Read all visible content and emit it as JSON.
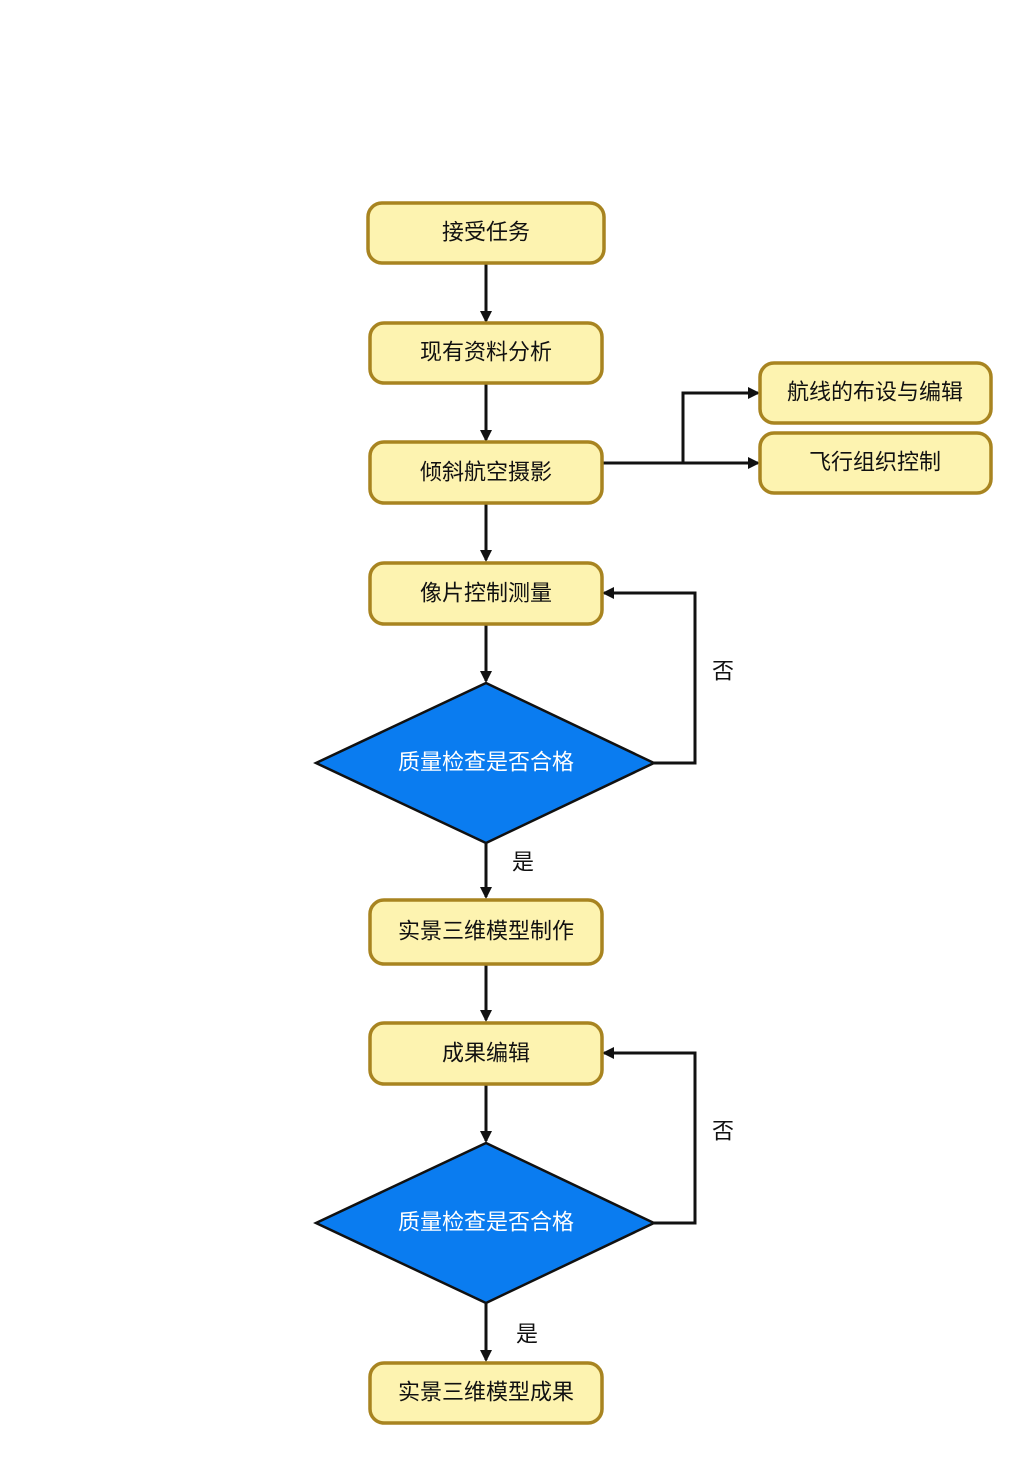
{
  "nodes": {
    "receive_task": "接受任务",
    "data_analysis": "现有资料分析",
    "oblique_photography": "倾斜航空摄影",
    "route_design": "航线的布设与编辑",
    "flight_control": "飞行组织控制",
    "photo_control": "像片控制测量",
    "quality_check_1": "质量检查是否合格",
    "model_production": "实景三维模型制作",
    "result_editing": "成果编辑",
    "quality_check_2": "质量检查是否合格",
    "model_result": "实景三维模型成果"
  },
  "edge_labels": {
    "yes_1": "是",
    "no_1": "否",
    "yes_2": "是",
    "no_2": "否"
  },
  "colors": {
    "box_fill": "#fdf3b0",
    "box_border": "#a88420",
    "diamond_fill": "#0a7cf0",
    "line": "#111111"
  }
}
